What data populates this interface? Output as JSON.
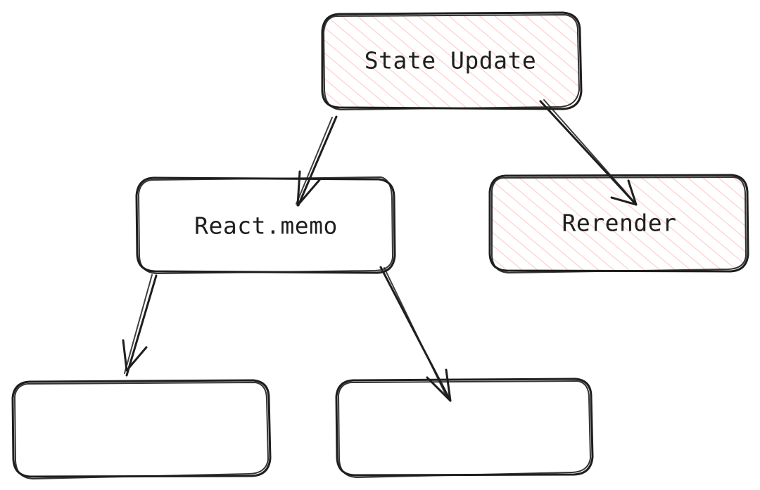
{
  "diagram": {
    "type": "flowchart",
    "hatch_color": "#ffc9c9",
    "stroke_color": "#1e1e1e",
    "nodes": [
      {
        "id": "state-update",
        "label": "State Update",
        "fill": "hatched-red"
      },
      {
        "id": "react-memo",
        "label": "React.memo",
        "fill": "none"
      },
      {
        "id": "rerender",
        "label": "Rerender",
        "fill": "hatched-red"
      },
      {
        "id": "child-left",
        "label": "",
        "fill": "none"
      },
      {
        "id": "child-right",
        "label": "",
        "fill": "none"
      }
    ],
    "edges": [
      {
        "from": "state-update",
        "to": "react-memo"
      },
      {
        "from": "state-update",
        "to": "rerender"
      },
      {
        "from": "react-memo",
        "to": "child-left"
      },
      {
        "from": "react-memo",
        "to": "child-right"
      }
    ]
  }
}
